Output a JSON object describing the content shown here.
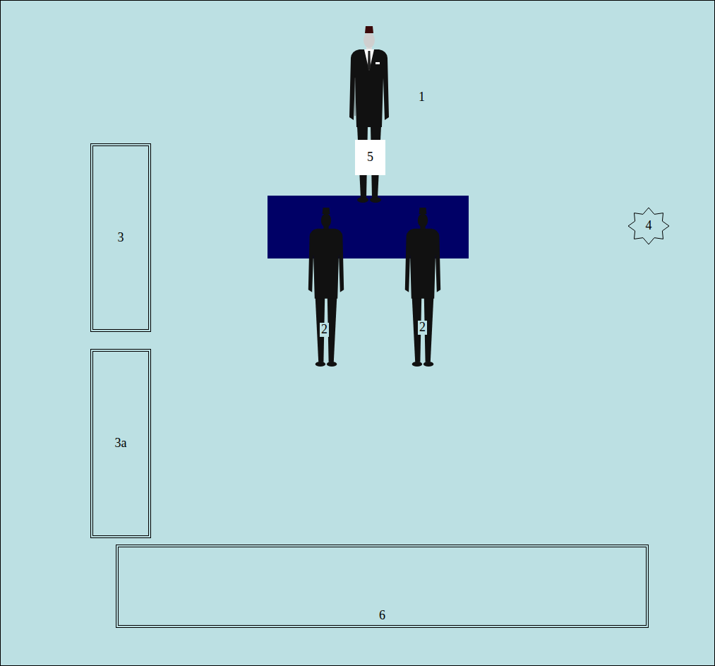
{
  "diagram": {
    "nodes": [
      {
        "text": [
          "5"
        ]
      },
      {
        "text": [
          "4"
        ]
      },
      {
        "text": [
          "3"
        ]
      },
      {
        "text": [
          "3a"
        ]
      },
      {
        "text": [
          "6"
        ]
      }
    ],
    "labels": [
      "1",
      "2",
      "2"
    ]
  }
}
